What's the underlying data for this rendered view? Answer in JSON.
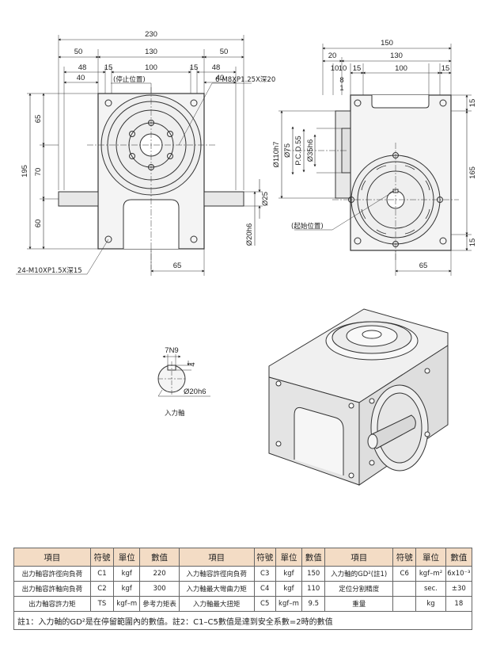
{
  "front_view": {
    "dims_top": {
      "overall": "230",
      "left_flange": "50",
      "body": "130",
      "right_flange": "50",
      "left_48": "48",
      "left_15": "15",
      "center_100": "100",
      "right_15": "15",
      "right_48": "48",
      "left_40": "40",
      "right_40": "40"
    },
    "dims_left": {
      "total": "195",
      "upper": "65",
      "middle": "70",
      "lower": "60"
    },
    "dims_right": {
      "shaft": "Ø25",
      "shaft_h6": "Ø20h6"
    },
    "dims_bottom": {
      "offset": "65"
    },
    "labels": {
      "stop_position": "(停止位置)",
      "top_holes": "6-M8XP1.25X深20",
      "bottom_holes": "24-M10XP1.5X深15"
    }
  },
  "side_view": {
    "dims_top": {
      "overall": "150",
      "flange": "20",
      "body": "130",
      "a10": "10",
      "b10": "10",
      "c15": "15",
      "center_100": "100",
      "right_15": "15",
      "tiny_8": "8",
      "tiny_1": "1"
    },
    "dims_left": {
      "d110": "Ø110h7",
      "d75": "Ø75",
      "pcd": "P.C.D.55",
      "d35": "Ø35h6"
    },
    "dims_right": {
      "top_15": "15",
      "mid_165": "165",
      "bottom_15": "15"
    },
    "dims_bottom": {
      "offset": "65"
    },
    "labels": {
      "start_position": "(起始位置)"
    }
  },
  "input_shaft": {
    "keyway": "7N9",
    "key_depth": "4",
    "diameter": "Ø20h6",
    "label": "入力軸"
  },
  "spec_table": {
    "headers": [
      "項目",
      "符號",
      "單位",
      "數值",
      "項目",
      "符號",
      "單位",
      "數值",
      "項目",
      "符號",
      "單位",
      "數值"
    ],
    "rows": [
      [
        "出力軸容許徑向負荷",
        "C1",
        "kgf",
        "220",
        "入力軸容許徑向負荷",
        "C3",
        "kgf",
        "150",
        "入力軸的GD²(註1)",
        "C6",
        "kgf–m²",
        "6x10⁻³"
      ],
      [
        "出力軸容許軸向負荷",
        "C2",
        "kgf",
        "300",
        "入力軸最大彎曲力矩",
        "C4",
        "kgf",
        "110",
        "定位分割精度",
        "",
        "sec.",
        "±30"
      ],
      [
        "出力軸容許力矩",
        "TS",
        "kgf–m",
        "參考力矩表",
        "入力軸最大扭矩",
        "C5",
        "kgf–m",
        "9.5",
        "重量",
        "",
        "kg",
        "18"
      ]
    ],
    "note": "註1：入力軸的GD²是在停留範圍內的數值。註2：C1–C5數值是達到安全系數=2時的數值"
  },
  "colors": {
    "header_bg": "#f3dcc5",
    "line": "#333333",
    "body_fill": "#f4f4f4"
  }
}
